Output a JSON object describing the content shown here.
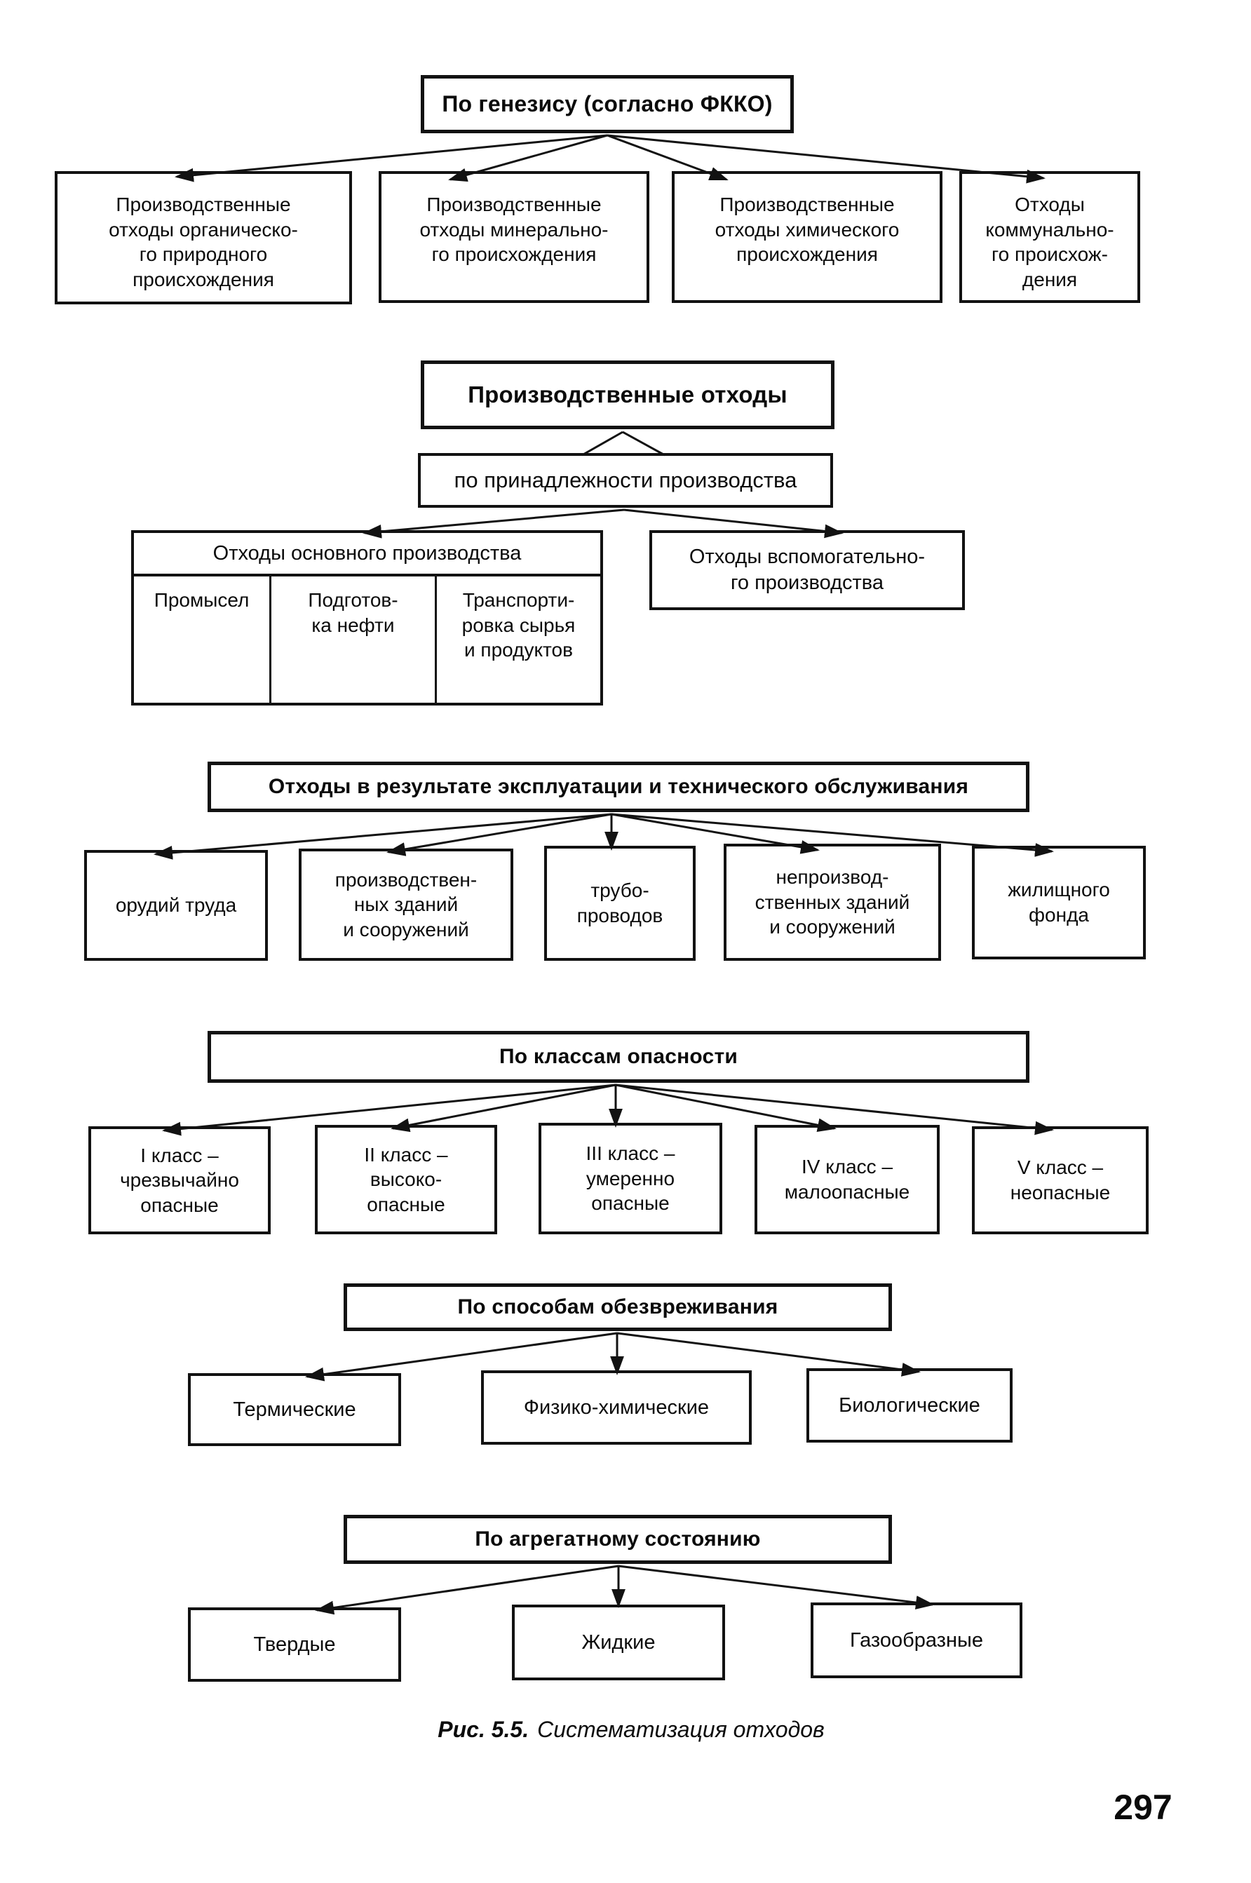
{
  "diagram": {
    "genesis": {
      "header": "По генезису (согласно ФККО)",
      "children": [
        "Производственные\nотходы органическо-\nго природного\nпроисхождения",
        "Производственные\nотходы минерально-\nго происхождения",
        "Производственные\nотходы химического\nпроисхождения",
        "Отходы\nкоммунально-\nго происхож-\nдения"
      ]
    },
    "production": {
      "header": "Производственные отходы",
      "criterion": "по принадлежности производства",
      "main": {
        "header": "Отходы основного производства",
        "columns": [
          "Промысел",
          "Подготов-\nка нефти",
          "Транспорти-\nровка сырья\nи продуктов"
        ]
      },
      "auxiliary": "Отходы вспомогательно-\nго производства"
    },
    "maintenance": {
      "header": "Отходы в результате эксплуатации и технического обслуживания",
      "children": [
        "орудий труда",
        "производствен-\nных зданий\nи сооружений",
        "трубо-\nпроводов",
        "непроизвод-\nственных зданий\nи сооружений",
        "жилищного\nфонда"
      ]
    },
    "hazard": {
      "header": "По классам опасности",
      "children": [
        "I класс –\nчрезвычайно\nопасные",
        "II класс –\nвысоко-\nопасные",
        "III класс –\nумеренно\nопасные",
        "IV класс –\nмалоопасные",
        "V класс –\nнеопасные"
      ]
    },
    "neutralization": {
      "header": "По способам обезвреживания",
      "children": [
        "Термические",
        "Физико-химические",
        "Биологические"
      ]
    },
    "state": {
      "header": "По агрегатному состоянию",
      "children": [
        "Твердые",
        "Жидкие",
        "Газообразные"
      ]
    }
  },
  "caption": {
    "prefix": "Рис. 5.5.",
    "text": "Систематизация отходов"
  },
  "page_number": "297"
}
